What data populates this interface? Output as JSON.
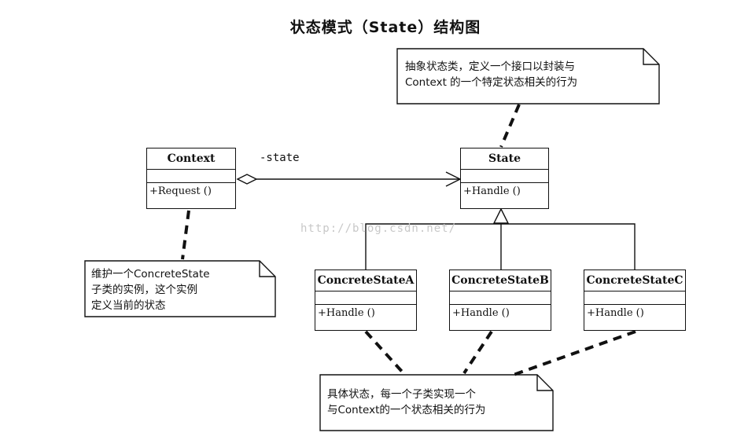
{
  "title": "状态模式（State）结构图",
  "watermark": "http://blog.csdn.net/",
  "association_label": "-state",
  "classes": {
    "context": {
      "name": "Context",
      "op": "+Request ()"
    },
    "state": {
      "name": "State",
      "op": "+Handle ()"
    },
    "concrete_a": {
      "name": "ConcreteStateA",
      "op": "+Handle ()"
    },
    "concrete_b": {
      "name": "ConcreteStateB",
      "op": "+Handle ()"
    },
    "concrete_c": {
      "name": "ConcreteStateC",
      "op": "+Handle ()"
    }
  },
  "notes": {
    "state_note": [
      "抽象状态类，定义一个接口以封装与",
      "Context 的一个特定状态相关的行为"
    ],
    "context_note": [
      "维护一个ConcreteState",
      "子类的实例，这个实例",
      "定义当前的状态"
    ],
    "concrete_note": [
      "具体状态，每一个子类实现一个",
      "与Context的一个状态相关的行为"
    ]
  }
}
